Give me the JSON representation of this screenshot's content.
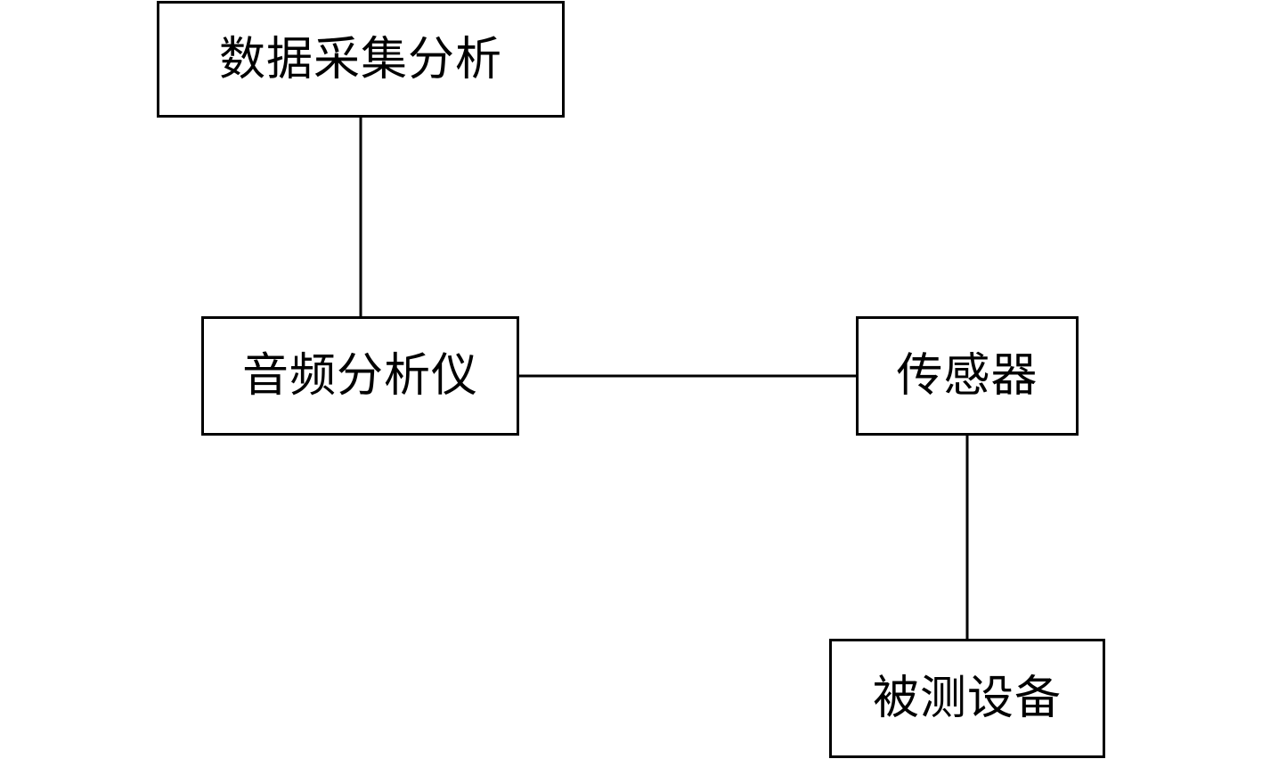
{
  "nodes": {
    "data_acquisition": {
      "label": "数据采集分析"
    },
    "audio_analyzer": {
      "label": "音频分析仪"
    },
    "sensor": {
      "label": "传感器"
    },
    "device_under_test": {
      "label": "被测设备"
    }
  },
  "edges": [
    {
      "from": "data_acquisition",
      "to": "audio_analyzer"
    },
    {
      "from": "audio_analyzer",
      "to": "sensor"
    },
    {
      "from": "sensor",
      "to": "device_under_test"
    }
  ],
  "colors": {
    "stroke": "#000000",
    "background": "#ffffff"
  }
}
